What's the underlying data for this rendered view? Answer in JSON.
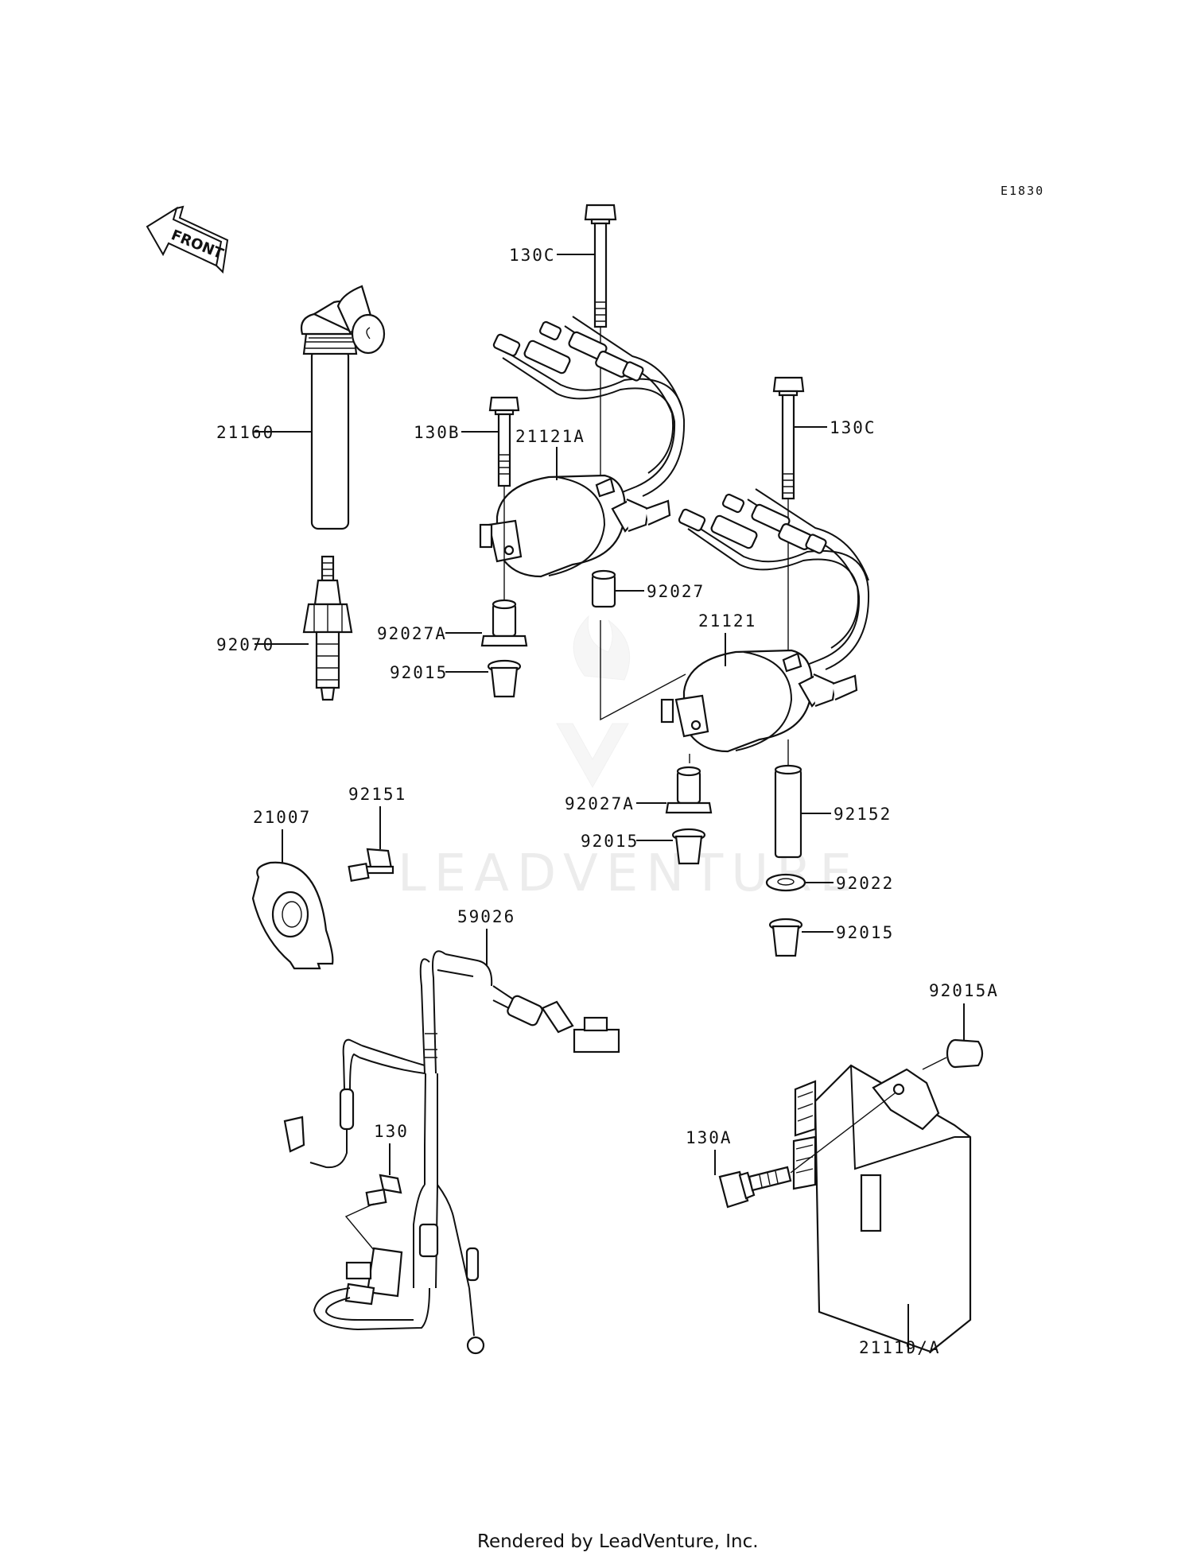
{
  "diagram_code": "E1830",
  "front_label": "FRONT",
  "watermark": "LEADVENTURE",
  "footer": "Rendered by LeadVenture, Inc.",
  "parts": {
    "bolt_130c_top": "130C",
    "bolt_130c_right": "130C",
    "bolt_130b": "130B",
    "coil_21121a": "21121A",
    "coil_21121": "21121",
    "cap_21160": "21160",
    "plug_92070": "92070",
    "collar_92027": "92027",
    "collar_92027a_left": "92027A",
    "collar_92027a_right": "92027A",
    "bush_92015_left": "92015",
    "bush_92015_mid": "92015",
    "bush_92015_right": "92015",
    "collar_92152": "92152",
    "washer_92022": "92022",
    "bolt_92151": "92151",
    "plate_21007": "21007",
    "harness_59026": "59026",
    "bush_92015a": "92015A",
    "bolt_130a": "130A",
    "bolt_130": "130",
    "igniter_21119a": "21119/A"
  }
}
